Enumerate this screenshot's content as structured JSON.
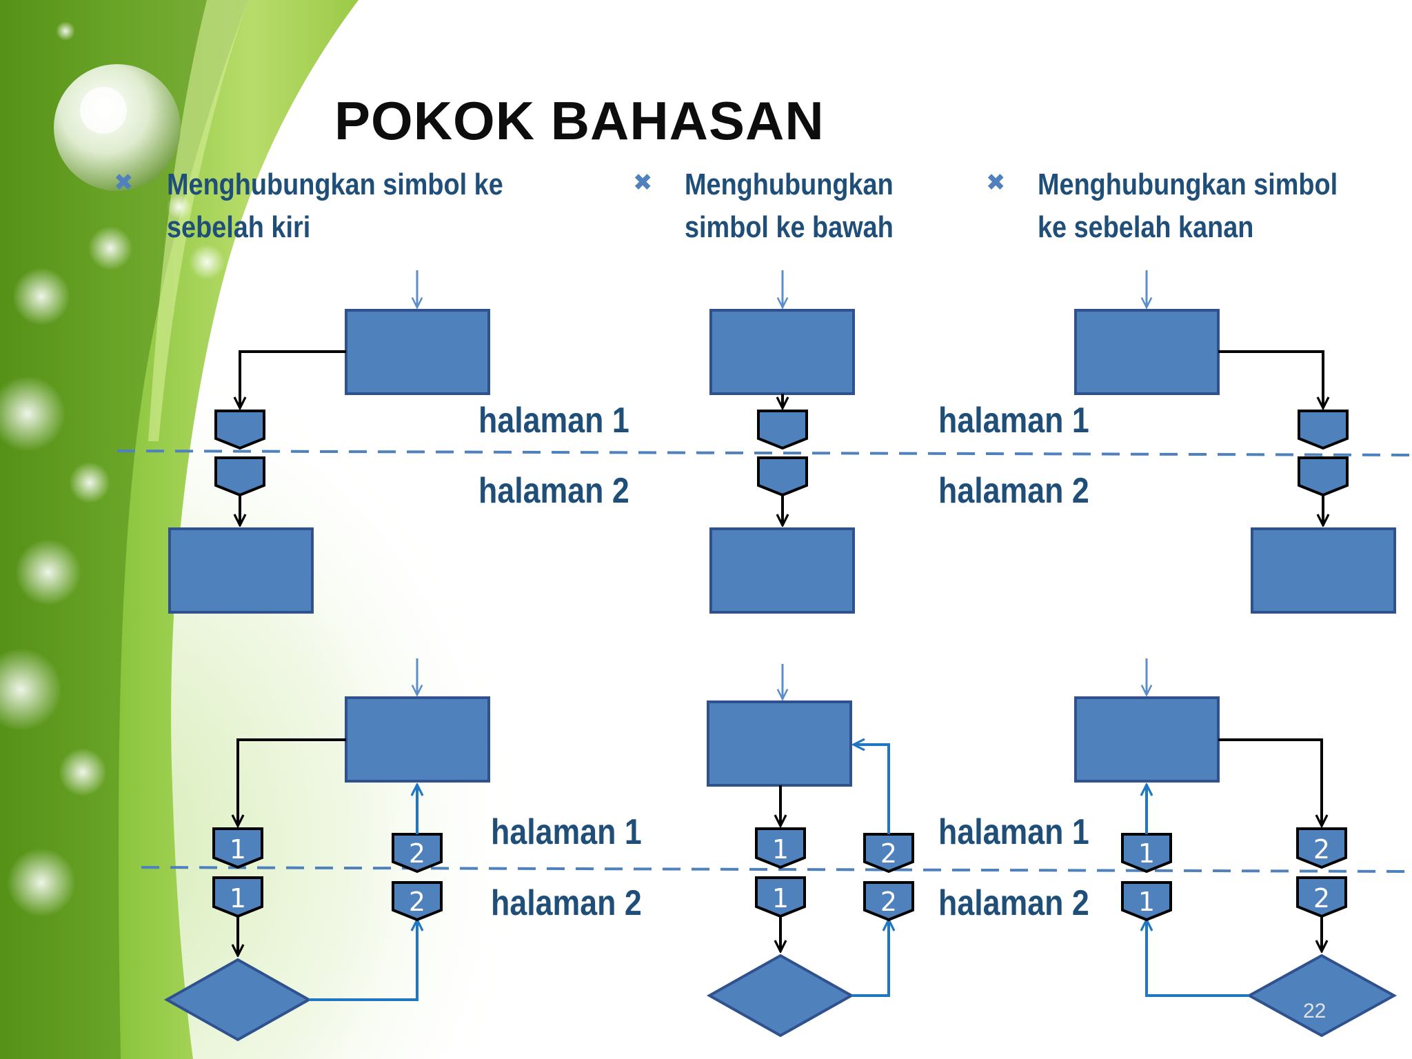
{
  "slide": {
    "title": "POKOK BAHASAN",
    "page_number": "22",
    "colors": {
      "shape_fill": "#4f81bd",
      "shape_stroke": "#2f528f",
      "text_blue": "#1f4e79",
      "line_blue": "#1f77c4",
      "dash": "#4f81bd"
    }
  },
  "bullets": [
    {
      "icon": "x-bullet-icon",
      "lines": [
        "Menghubungkan simbol ke",
        "sebelah kiri"
      ]
    },
    {
      "icon": "x-bullet-icon",
      "lines": [
        "Menghubungkan",
        "simbol ke bawah"
      ]
    },
    {
      "icon": "x-bullet-icon",
      "lines": [
        "Menghubungkan simbol",
        "ke sebelah kanan"
      ]
    }
  ],
  "labels": {
    "top_page1_left": "halaman 1",
    "top_page2_left": "halaman 2",
    "top_page1_right": "halaman 1",
    "top_page2_right": "halaman 2",
    "bottom_page1_left": "halaman 1",
    "bottom_page2_left": "halaman 2",
    "bottom_page1_right": "halaman 1",
    "bottom_page2_right": "halaman 2"
  },
  "connectors": {
    "bl_left": "1",
    "bl_right": "2",
    "bm_left": "1",
    "bm_right": "2",
    "br_left": "1",
    "br_right": "2"
  }
}
